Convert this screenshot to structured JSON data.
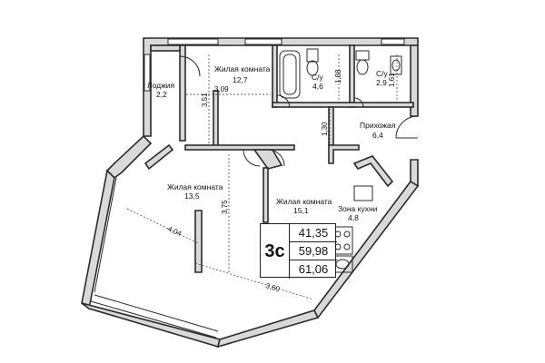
{
  "rooms": [
    {
      "id": "loggia",
      "name": "Лоджия",
      "area": "2,2"
    },
    {
      "id": "living1",
      "name": "Жилая комната",
      "area": "12,7"
    },
    {
      "id": "bath1",
      "name": "С/у",
      "area": "4,6"
    },
    {
      "id": "bath2",
      "name": "С/у",
      "area": "2,9"
    },
    {
      "id": "hall",
      "name": "Прихожая",
      "area": "6,4"
    },
    {
      "id": "living2",
      "name": "Жилая комната",
      "area": "13,5"
    },
    {
      "id": "living3",
      "name": "Жилая комната",
      "area": "15,1"
    },
    {
      "id": "kitchen",
      "name": "Зона кухни",
      "area": "4,8"
    }
  ],
  "dimensions": [
    "3,51",
    "3,09",
    "1,88",
    "1,61",
    "1,30",
    "3,75",
    "4,04",
    "3,60"
  ],
  "badge": {
    "type": "3с",
    "living_area": "41,35",
    "total_area": "59,98",
    "area_with_loggia": "61,06"
  }
}
